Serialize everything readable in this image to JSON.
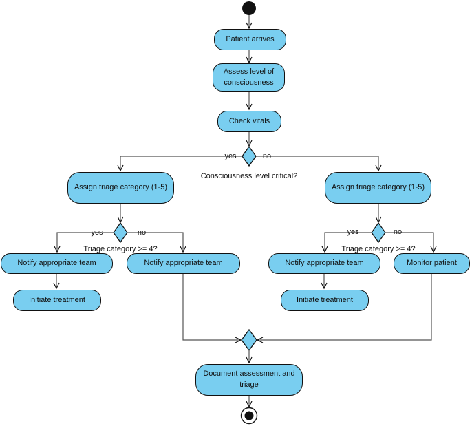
{
  "diagram": {
    "type": "uml-activity-diagram",
    "colors": {
      "node_fill": "#79CEF0",
      "node_border": "#111111",
      "connector": "#555555"
    },
    "nodes": {
      "patient_arrives": "Patient arrives",
      "assess": "Assess level of consciousness",
      "check_vitals": "Check vitals",
      "assign_left": "Assign triage category (1-5)",
      "assign_right": "Assign triage category (1-5)",
      "notify_left": "Notify appropriate team",
      "notify_mid": "Notify appropriate team",
      "initiate_left": "Initiate treatment",
      "notify_right": "Notify appropriate team",
      "monitor_patient": "Monitor patient",
      "initiate_right": "Initiate treatment",
      "document": "Document assessment and triage"
    },
    "decision_questions": {
      "consciousness": "Consciousness level critical?",
      "triage_left": "Triage category >= 4?",
      "triage_right": "Triage category >= 4?"
    },
    "edge_labels": {
      "yes": "yes",
      "no": "no"
    }
  }
}
